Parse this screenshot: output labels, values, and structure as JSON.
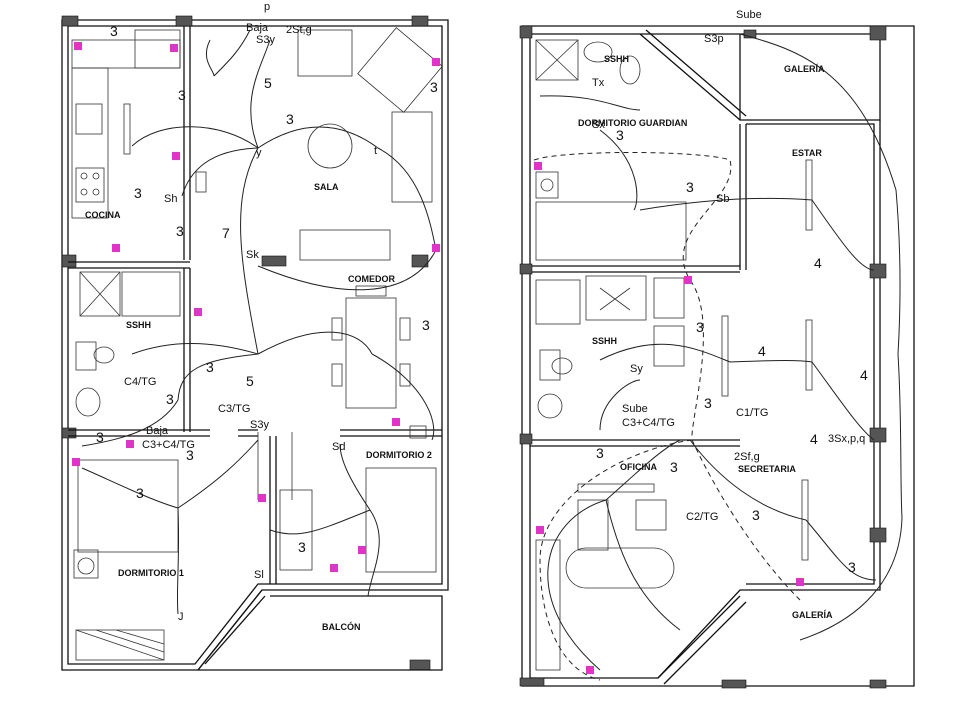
{
  "left_plan": {
    "rooms": {
      "cocina": "COCINA",
      "sala": "SALA",
      "comedor": "COMEDOR",
      "sshh": "SSHH",
      "dormitorio1": "DORMITORIO 1",
      "dormitorio2": "DORMITORIO 2",
      "balcon": "BALCÓN"
    },
    "circuit_labels": {
      "c4tg": "C4/TG",
      "c3tg": "C3/TG",
      "baja": "Baja",
      "c3c4tg": "C3+C4/TG",
      "baja_top": "Baja",
      "s2tg": "2St,g",
      "s3y": "S3y",
      "p": "p",
      "s3y_b": "S3y",
      "sh": "Sh",
      "sk": "Sk",
      "sd": "Sd",
      "sl": "Sl",
      "y": "y",
      "t": "t",
      "j": "J"
    },
    "circuit_numbers": [
      "3",
      "3",
      "5",
      "3",
      "3",
      "3",
      "7",
      "3",
      "3",
      "5",
      "3",
      "3",
      "3",
      "3",
      "3",
      "3"
    ]
  },
  "right_plan": {
    "rooms": {
      "sshh_top": "SSHH",
      "dormitorio_guardian": "DORMITORIO GUARDIAN",
      "estar": "ESTAR",
      "galeria_top": "GALERÍA",
      "sshh_mid": "SSHH",
      "oficina": "OFICINA",
      "secretaria": "SECRETARIA",
      "galeria_bottom": "GALERÍA"
    },
    "circuit_labels": {
      "sube_top": "Sube",
      "s3p": "S3p",
      "c1tg": "C1/TG",
      "sube_mid": "Sube",
      "c3c4tg": "C3+C4/TG",
      "c2tg": "C2/TG",
      "s2fg": "2Sf,g",
      "s3xpq": "3Sx,p,q",
      "sb": "Sb",
      "sx": "Sx",
      "sy": "Sy",
      "tx": "Tx"
    },
    "circuit_numbers": [
      "3",
      "3",
      "4",
      "4",
      "4",
      "4",
      "3",
      "3",
      "3",
      "3",
      "3",
      "3"
    ]
  },
  "colors": {
    "lines": "#111111",
    "outlets": "#e233c8",
    "background": "#ffffff"
  }
}
